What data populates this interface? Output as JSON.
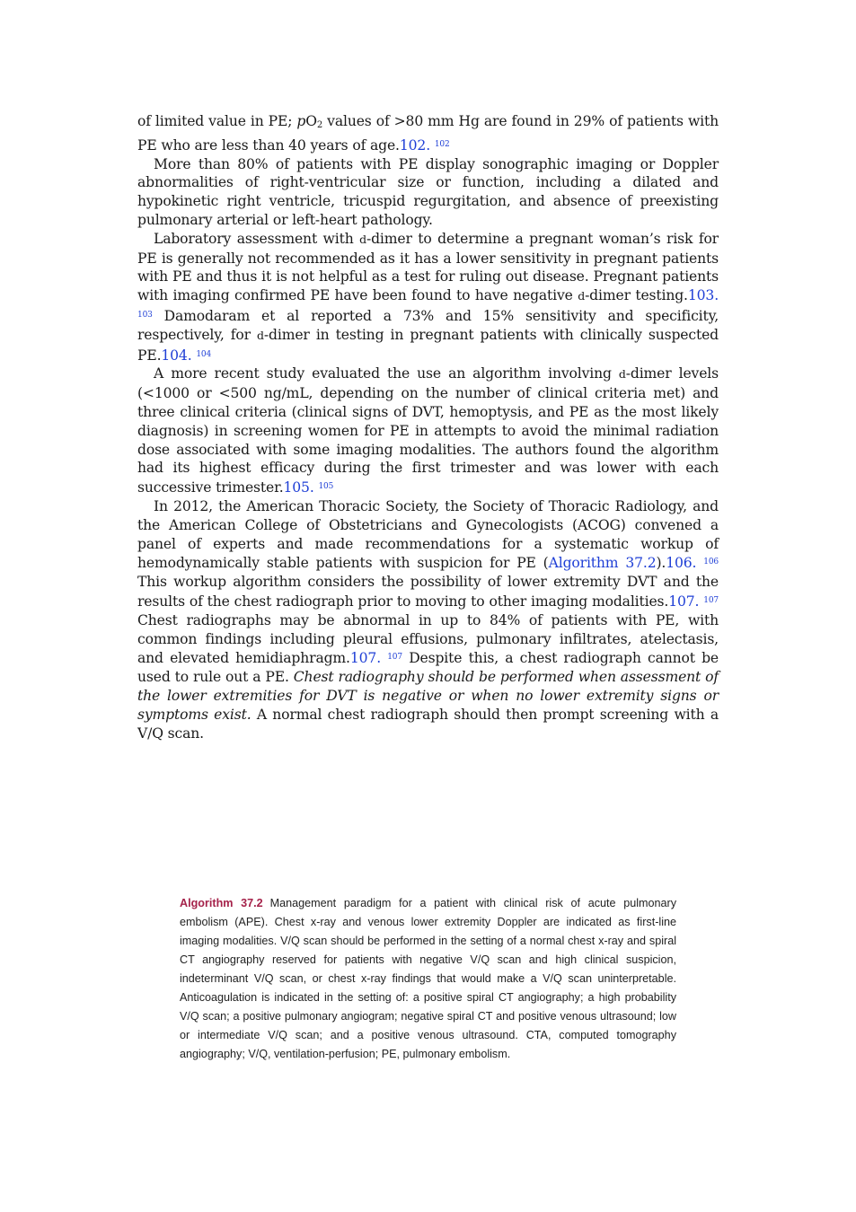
{
  "paragraphs": {
    "p1": {
      "a": "of limited value in PE; ",
      "b": "p",
      "c": "O",
      "d": "2",
      "e": " values of >80 mm Hg are found in 29% of patients with PE who are less than 40 years of age.",
      "ref": "102.",
      "sup": "102"
    },
    "p2": {
      "text": "More than 80% of patients with PE display sonographic imaging or Doppler abnormalities of right-ventricular size or function, including a dilated and hypokinetic right ventricle, tricuspid regurgitation, and absence of preexisting pulmonary arterial or left-heart pathology."
    },
    "p3": {
      "a": "Laboratory assessment with ",
      "dsc1": "d",
      "b": "-dimer to determine a pregnant woman’s risk for PE is generally not recommended as it has a lower sensitivity in pregnant patients with PE and thus it is not helpful as a test for ruling out disease. Pregnant patients with imaging confirmed PE have been found to have negative ",
      "dsc2": "d",
      "c": "-dimer testing.",
      "ref1": "103.",
      "sup1": "103",
      "d": " Damodaram et al reported a 73% and 15% sensitivity and specificity, respectively, for ",
      "dsc3": "d",
      "e": "-dimer in testing in pregnant patients with clinically suspected PE.",
      "ref2": "104.",
      "sup2": "104"
    },
    "p4": {
      "a": "A more recent study evaluated the use an algorithm involving ",
      "dsc": "d",
      "b": "-dimer levels (<1000 or <500 ng/mL, depending on the number of clinical criteria met) and three clinical criteria (clinical signs of DVT, hemoptysis, and PE as the most likely diagnosis) in screening women for PE in attempts to avoid the minimal radiation dose associated with some imaging modalities. The authors found the algorithm had its highest efficacy during the first trimester and was lower with each successive trimester.",
      "ref": "105.",
      "sup": "105"
    },
    "p5": {
      "a": "In 2012, the American Thoracic Society, the Society of Thoracic Radiology, and the American College of Obstetricians and Gynecologists (ACOG) convened a panel of experts and made recommendations for a systematic workup of hemodynamically stable patients with suspicion for PE (",
      "alg": "Algorithm 37.2",
      "b": ").",
      "ref1": "106.",
      "sup1": "106",
      "c": " This workup algorithm considers the possibility of lower extremity DVT and the results of the chest radiograph prior to moving to other imaging modalities.",
      "ref2": "107.",
      "sup2": "107",
      "d": " Chest radiographs may be abnormal in up to 84% of patients with PE, with common findings including pleural effusions, pulmonary infiltrates, atelectasis, and elevated hemidiaphragm.",
      "ref3": "107.",
      "sup3": "107",
      "e": " Despite this, a chest radiograph cannot be used to rule out a PE. ",
      "italic": "Chest radiography should be performed when assessment of the lower extremities for DVT is negative or when no lower extremity signs or symptoms exist.",
      "f": " A normal chest radiograph should then prompt screening with a V/Q scan."
    }
  },
  "caption": {
    "label": "Algorithm 37.2",
    "text": "Management paradigm for a patient with clinical risk of acute pulmonary embolism (APE). Chest x-ray and venous lower extremity Doppler are indicated as first-line imaging modalities. V/Q scan should be performed in the setting of a normal chest x-ray and spiral CT angiography reserved for patients with negative V/Q scan and high clinical suspicion, indeterminant V/Q scan, or chest x-ray findings that would make a V/Q scan uninterpretable. Anticoagulation is indicated in the setting of: a positive spiral CT angiography; a high probability V/Q scan; a positive pulmonary angiogram; negative spiral CT and positive venous ultrasound; low or intermediate V/Q scan; and a positive venous ultrasound. CTA, computed tomography angiography; V/Q, ventilation-perfusion; PE, pulmonary embolism."
  },
  "colors": {
    "link": "#1f3fd6",
    "caption_label": "#a5224a",
    "text": "#1a1a1a"
  }
}
